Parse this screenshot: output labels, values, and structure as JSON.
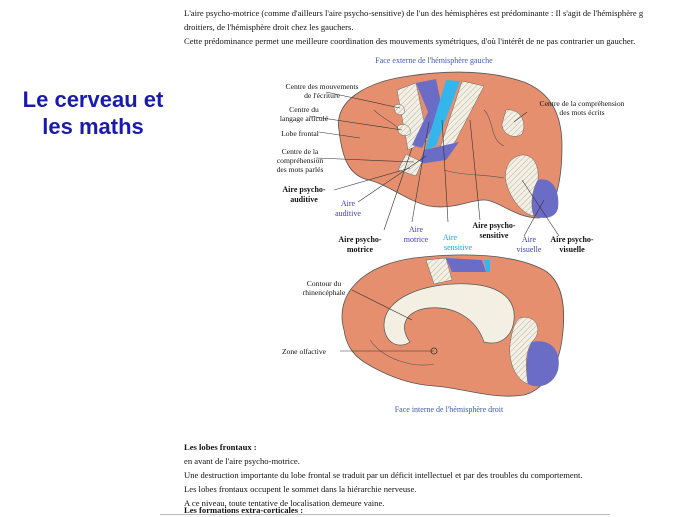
{
  "side_title": {
    "line1": "Le cerveau et",
    "line2": "les maths"
  },
  "intro": {
    "line1": "L'aire psycho-motrice (comme d'ailleurs l'aire psycho-sensitive) de l'un des hémisphères est prédominante : Il s'agit de l'hémisphère g",
    "line2": "droitiers, de l'hémisphère droit chez les gauchers.",
    "line3": "Cette prédominance permet une meilleure coordination des mouvements symétriques, d'où l'intérêt de ne pas contrarier un gaucher."
  },
  "figure": {
    "caption_top": "Face externe de l'hémisphère gauche",
    "caption_bottom": "Face interne de l'hémisphère droit",
    "labels": {
      "ecriture1": "Centre des mouvements",
      "ecriture2": "de l'écriture",
      "langage1": "Centre du",
      "langage2": "langage articulé",
      "lobe_frontal": "Lobe frontal",
      "mots_parles1": "Centre de la",
      "mots_parles2": "compréhension",
      "mots_parles3": "des mots parlés",
      "psycho_auditive1": "Aire psycho-",
      "psycho_auditive2": "auditive",
      "auditive1": "Aire",
      "auditive2": "auditive",
      "psycho_motrice1": "Aire psycho-",
      "psycho_motrice2": "motrice",
      "motrice1": "Aire",
      "motrice2": "motrice",
      "sensitive1": "Aire",
      "sensitive2": "sensitive",
      "psycho_sensitive1": "Aire psycho-",
      "psycho_sensitive2": "sensitive",
      "visuelle1": "Aire",
      "visuelle2": "visuelle",
      "psycho_visuelle1": "Aire psycho-",
      "psycho_visuelle2": "visuelle",
      "mots_ecrits1": "Centre de la compréhension",
      "mots_ecrits2": "des mots écrits",
      "contour1": "Contour du",
      "contour2": "rhinencéphale",
      "olfactive": "Zone olfactive"
    }
  },
  "lobes": {
    "heading": "Les lobes frontaux :",
    "line1": "en avant de l'aire psycho-motrice.",
    "line2": "Une destruction importante du lobe frontal se traduit par un déficit intellectuel et par des troubles du comportement.",
    "line3": "Les lobes frontaux occupent le sommet dans la hiérarchie nerveuse.",
    "line4": "A ce niveau, toute tentative de localisation demeure vaine.",
    "cut_line": "Les formations extra-corticales :"
  },
  "colors": {
    "cortex": "#e58f6e",
    "motor_blue": "#6a6cc6",
    "sensory_cyan": "#34b6ec",
    "stripe": "#f3efe2",
    "title_blue": "#1a1ab0"
  }
}
